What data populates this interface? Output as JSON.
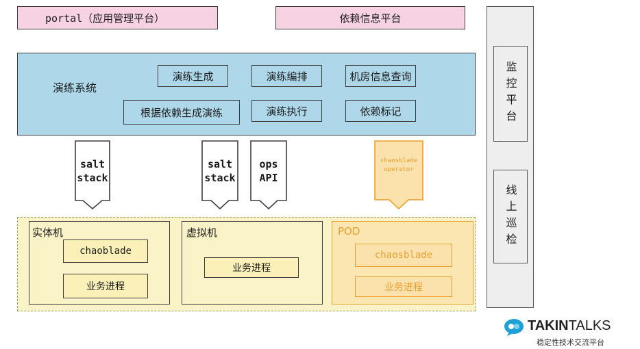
{
  "top_bar": {
    "portal": "portal（应用管理平台）",
    "dependency_platform": "依赖信息平台"
  },
  "drill_system": {
    "title": "演练系统",
    "features": {
      "generate": "演练生成",
      "orchestrate": "演练编排",
      "room_query": "机房信息查询",
      "dependency_generate": "根据依赖生成演练",
      "execute": "演练执行",
      "dependency_mark": "依赖标记"
    }
  },
  "connectors": {
    "salt1": "salt\nstack",
    "salt2": "salt\nstack",
    "ops": "ops\nAPI",
    "chaosblade_operator": "chaosblade\noperator"
  },
  "targets": {
    "physical": {
      "title": "实体机",
      "tool": "chaoblade",
      "process": "业务进程"
    },
    "vm": {
      "title": "虚拟机",
      "process": "业务进程"
    },
    "pod": {
      "title": "POD",
      "tool": "chaosblade",
      "process": "业务进程"
    }
  },
  "side_panel": {
    "monitor": "监控平台",
    "inspection": "线上巡检"
  },
  "brand": {
    "name_bold": "TAKIN",
    "name_light": "TALKS",
    "tagline": "稳定性技术交流平台"
  },
  "colors": {
    "pink": "#f6d2e3",
    "blue": "#aed8ea",
    "yellow": "#fbf3c8",
    "orange": "#e8a030",
    "gray": "#eeeeee",
    "brand_blue": "#1fa0d8"
  }
}
